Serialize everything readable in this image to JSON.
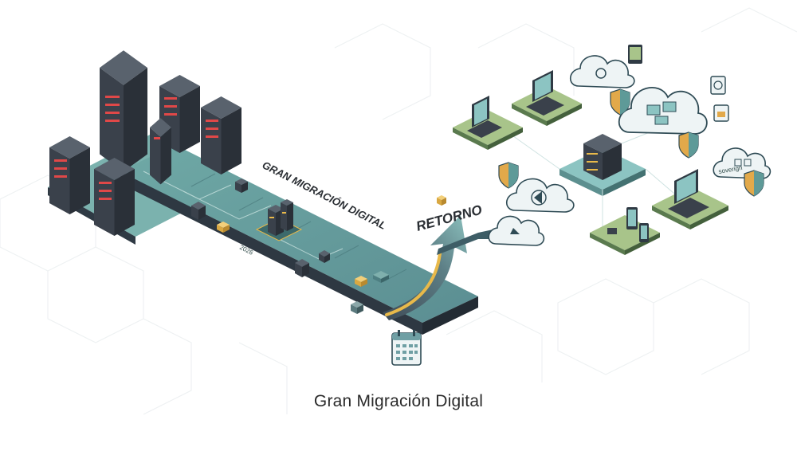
{
  "diagram": {
    "road_label": "GRAN MIGRACIÓN DIGITAL",
    "return_label": "RETORNO",
    "year_label": "2026",
    "cloud_small_label": "soverign",
    "caption": "Gran Migración Digital"
  },
  "icons": {
    "server": "server-rack-icon",
    "laptop": "laptop-icon",
    "cloud": "cloud-icon",
    "shield": "shield-icon",
    "calendar": "calendar-icon",
    "phone": "smartphone-icon",
    "arrow": "return-arrow-icon"
  },
  "colors": {
    "road_top": "#5e9a98",
    "road_side": "#2f3a44",
    "server_dark": "#3a414b",
    "server_led": "#e04848",
    "accent_yellow": "#e8b94a",
    "cloud_fill": "#eef4f5",
    "cloud_stroke": "#2f4b55",
    "teal": "#8cc4c2",
    "green_pad": "#a8c48a",
    "shield_orange": "#e2a94a"
  }
}
